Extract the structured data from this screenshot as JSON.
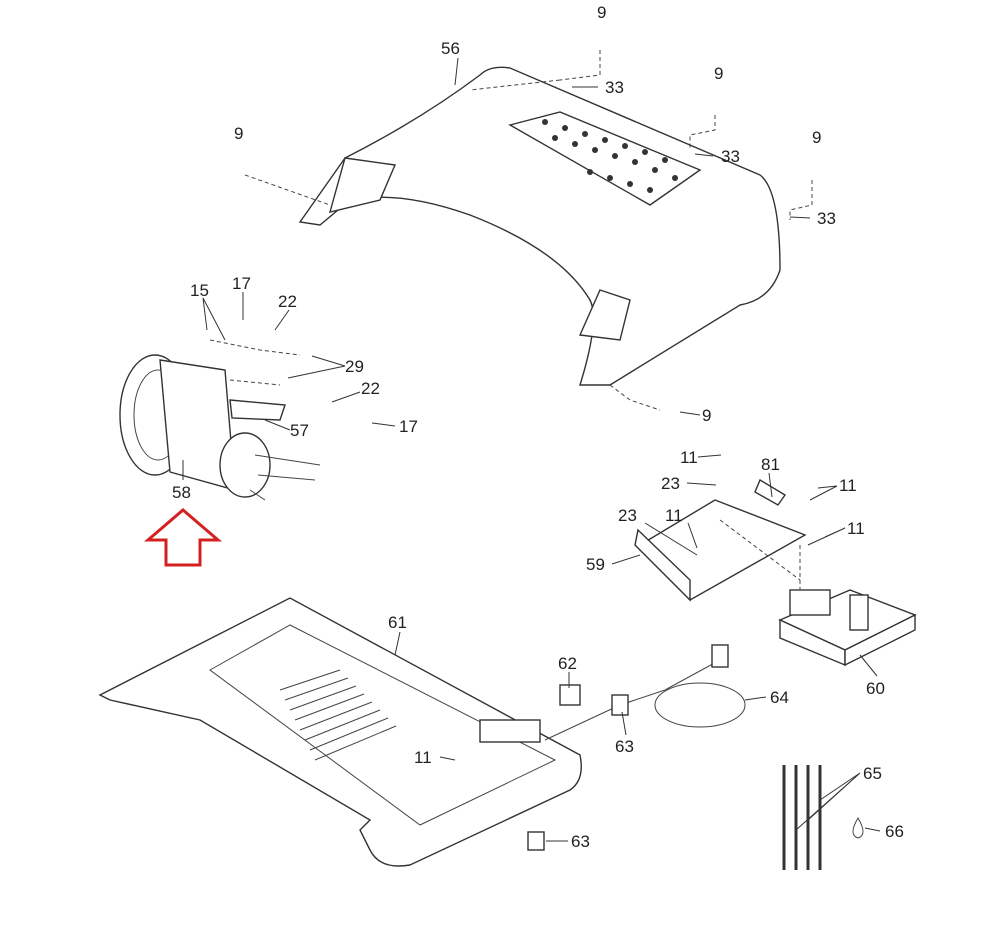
{
  "diagram": {
    "highlight_color": "#d42020",
    "callouts": [
      "9",
      "9",
      "9",
      "9",
      "9",
      "56",
      "33",
      "33",
      "33",
      "15",
      "17",
      "22",
      "29",
      "22",
      "57",
      "17",
      "58",
      "11",
      "81",
      "23",
      "11",
      "23",
      "11",
      "11",
      "59",
      "61",
      "62",
      "64",
      "63",
      "60",
      "11",
      "65",
      "66",
      "63"
    ]
  }
}
